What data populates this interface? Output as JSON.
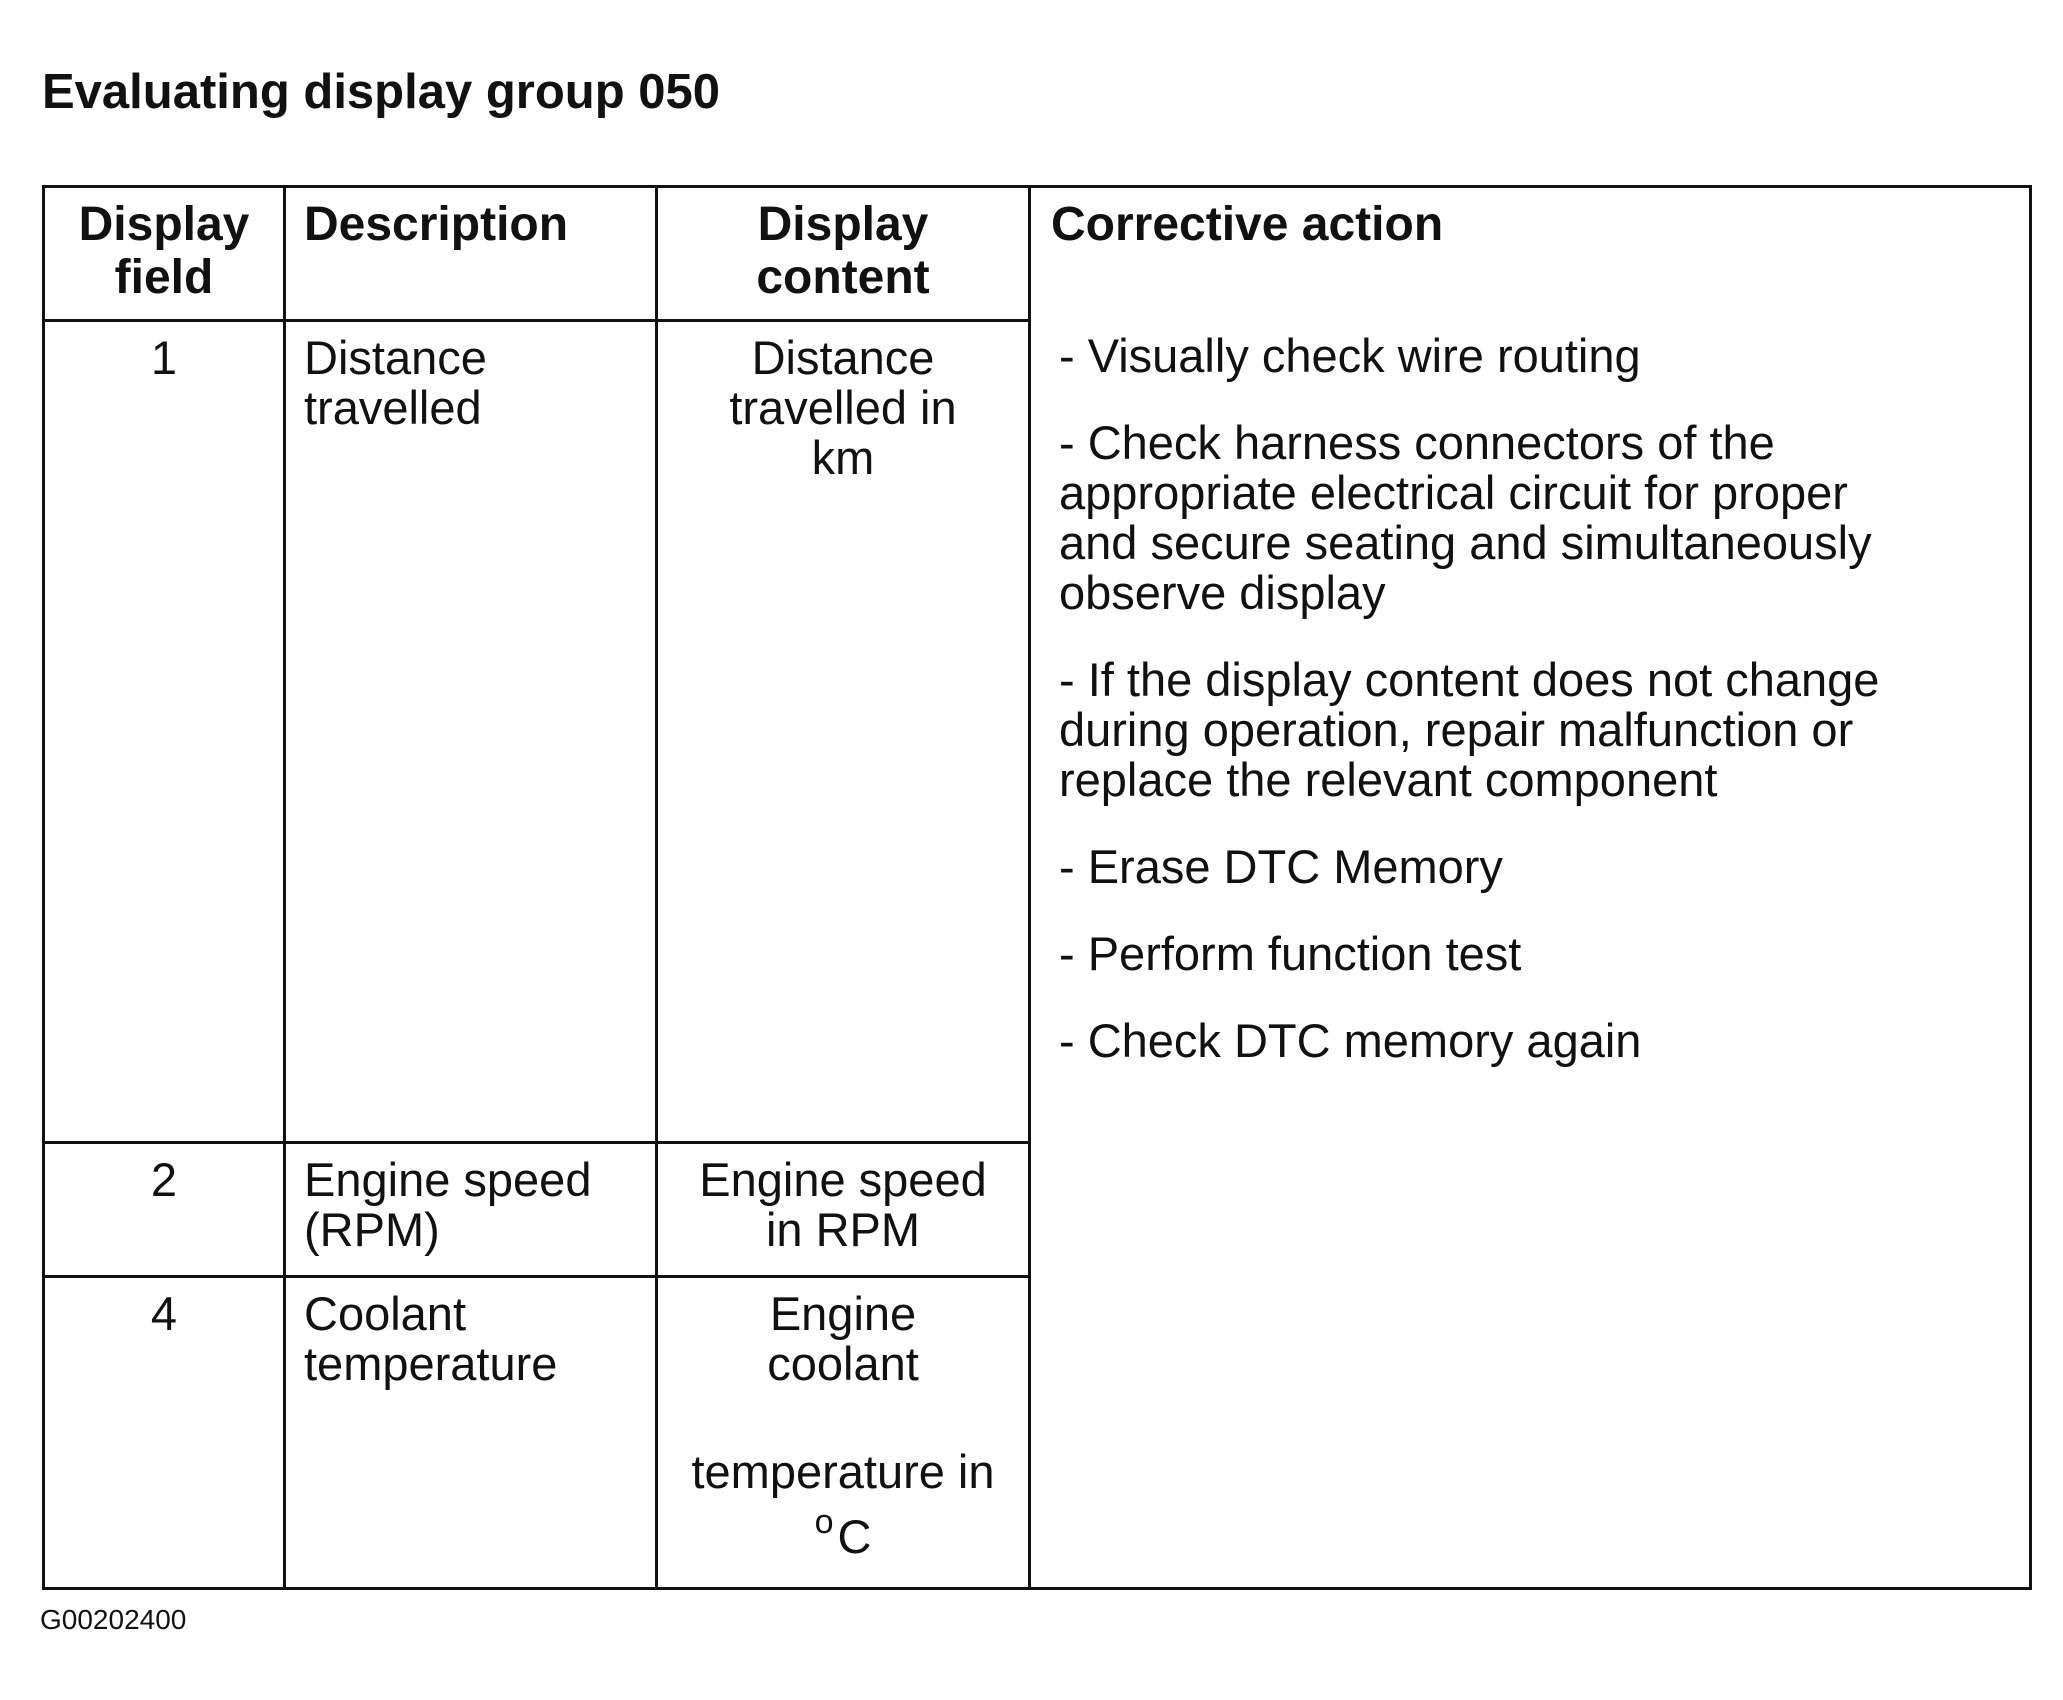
{
  "title": "Evaluating display group 050",
  "table": {
    "headers": {
      "display_field": [
        "Display",
        "field"
      ],
      "description": [
        "Description"
      ],
      "display_content": [
        "Display",
        "content"
      ],
      "corrective_action": "Corrective action"
    },
    "rows": [
      {
        "field": "1",
        "description": [
          "Distance",
          "travelled"
        ],
        "content": [
          "Distance",
          "travelled in",
          "km"
        ]
      },
      {
        "field": "2",
        "description": [
          "Engine speed",
          "(RPM)"
        ],
        "content": [
          "Engine speed",
          "in RPM"
        ]
      },
      {
        "field": "4",
        "description": [
          "Coolant",
          "temperature"
        ],
        "content": [
          "Engine",
          "coolant",
          "temperature in"
        ],
        "content_unit_degree": "o",
        "content_unit": "C"
      }
    ],
    "corrective_actions": [
      [
        "- Visually check wire routing"
      ],
      [
        "- Check harness connectors of the",
        "appropriate electrical circuit for proper",
        "and secure seating and simultaneously",
        "observe display"
      ],
      [
        "- If the display content does not change",
        "during operation, repair malfunction or",
        "replace the relevant component"
      ],
      [
        "- Erase DTC Memory"
      ],
      [
        "- Perform function test"
      ],
      [
        "- Check DTC memory again"
      ]
    ]
  },
  "figure_code": "G00202400"
}
